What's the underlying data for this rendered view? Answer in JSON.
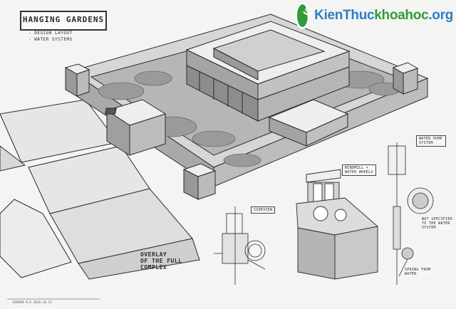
{
  "title": "HANGING GARDENS",
  "notes": [
    "- DESIGN LAYOUT",
    "- WATER SYSTEMS"
  ],
  "logo": {
    "glyph": "⚘",
    "part1": "KienThuc",
    "part2": "khoahoc",
    "suffix": ".org"
  },
  "labels": {
    "side_view": "SIDEVIEW",
    "windmill": "WINDMILL + WATER WHEELS",
    "water_pump": "WATER PUMP SYSTEM",
    "overlay": [
      "OVERLAY",
      "OF THE FULL",
      "COMPLEX"
    ],
    "pump_note": "NOT SPECIFIED TO THE WATER SYSTEM",
    "spring_note": "SPRING FROM WATER"
  },
  "signature": "DARREN M.K   2020.10.12",
  "colors": {
    "wall": "#c9c9c7",
    "wall_dark": "#8d8d8b",
    "roof": "#eeeeec",
    "outline": "#2a2a2a",
    "foliage": "#9a9a98",
    "brand_green": "#2f9c3a",
    "brand_blue": "#2a7fc4"
  }
}
